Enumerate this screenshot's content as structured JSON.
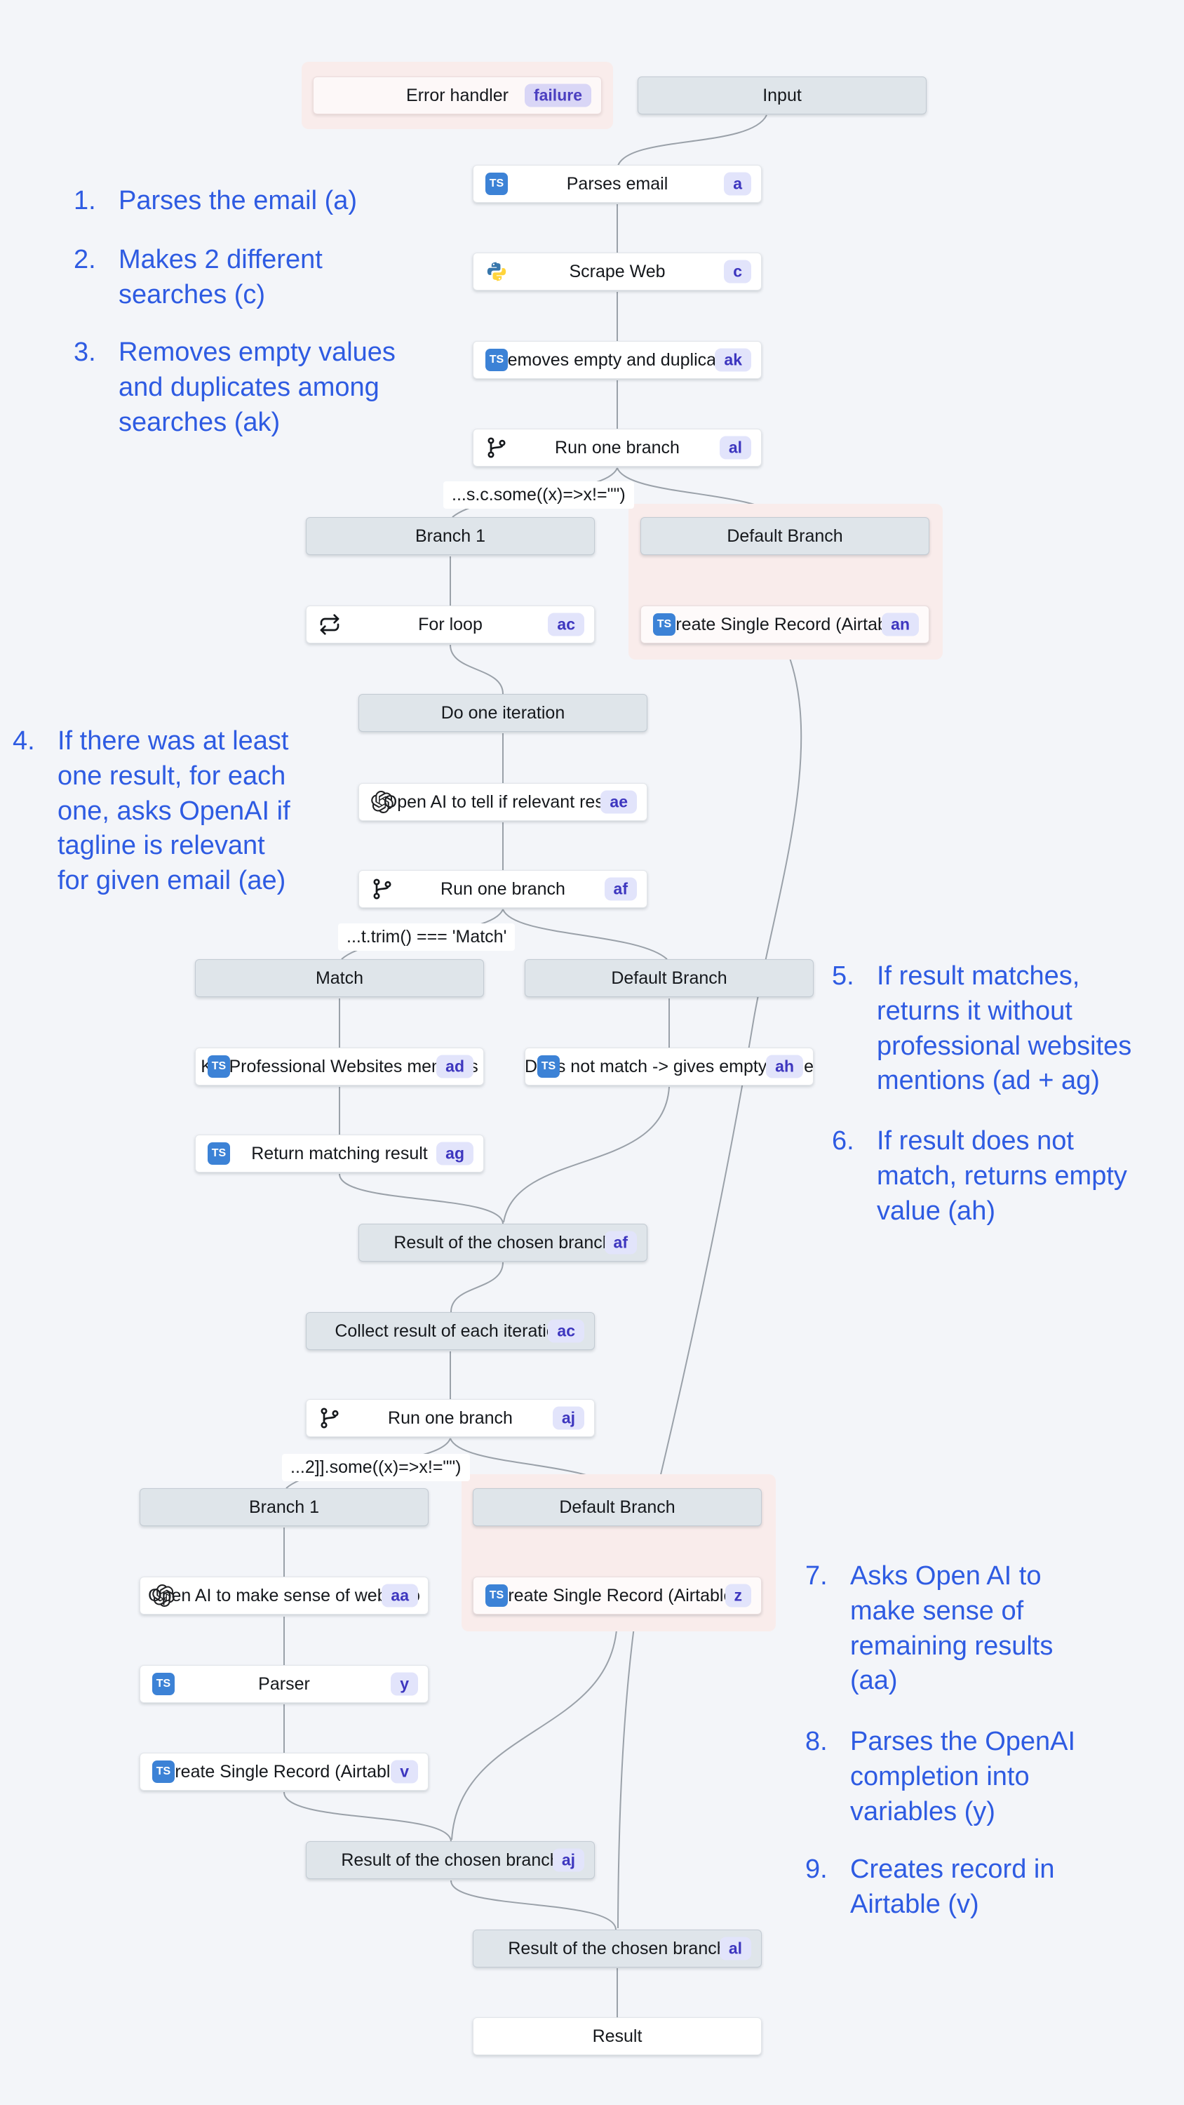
{
  "palette": {
    "canvas_bg": "#f3f5f9",
    "annotation_blue": "#2e5be2",
    "halo_pink": "#f9eceb",
    "header_fill": "#dfe5ea",
    "badge_bg": "#e2e4fb",
    "badge_text": "#3d36bf",
    "ts_icon_blue": "#3c82d6",
    "connector_gray": "#9aa1a9"
  },
  "icons": {
    "ts_label": "TS"
  },
  "nodes": {
    "error_handler": {
      "label": "Error handler",
      "badge": "failure"
    },
    "input": {
      "label": "Input"
    },
    "parses_email": {
      "label": "Parses email",
      "badge": "a"
    },
    "scrape_web": {
      "label": "Scrape Web",
      "badge": "c"
    },
    "removes_empty": {
      "label": "Removes empty and duplicates",
      "badge": "ak"
    },
    "run_one_branch_al": {
      "label": "Run one branch",
      "badge": "al"
    },
    "branch1_top": {
      "label": "Branch 1"
    },
    "default_branch_top": {
      "label": "Default Branch"
    },
    "for_loop": {
      "label": "For loop",
      "badge": "ac"
    },
    "create_record_an": {
      "label": "Create Single Record (Airtable)",
      "badge": "an"
    },
    "do_one_iteration": {
      "label": "Do one iteration"
    },
    "openai_relevant": {
      "label": "Open AI to tell if relevant result",
      "badge": "ae"
    },
    "run_one_branch_af": {
      "label": "Run one branch",
      "badge": "af"
    },
    "match_header": {
      "label": "Match"
    },
    "default_branch_mid": {
      "label": "Default Branch"
    },
    "kill_mentions": {
      "label": "Kill Professional Websites mentions",
      "badge": "ad"
    },
    "no_match_empty": {
      "label": "Does not match -> gives empty value",
      "badge": "ah"
    },
    "return_matching": {
      "label": "Return matching result",
      "badge": "ag"
    },
    "result_af": {
      "label": "Result of the chosen branch",
      "badge": "af"
    },
    "collect_results": {
      "label": "Collect result of each iteration",
      "badge": "ac"
    },
    "run_one_branch_aj": {
      "label": "Run one branch",
      "badge": "aj"
    },
    "branch1_bottom": {
      "label": "Branch 1"
    },
    "default_branch_bottom": {
      "label": "Default Branch"
    },
    "openai_websense": {
      "label": "Open AI to make sense of web info",
      "badge": "aa"
    },
    "create_record_z": {
      "label": "Create Single Record (Airtable)",
      "badge": "z"
    },
    "parser": {
      "label": "Parser",
      "badge": "y"
    },
    "create_record_v": {
      "label": "Create Single Record (Airtable)",
      "badge": "v"
    },
    "result_aj": {
      "label": "Result of the chosen branch",
      "badge": "aj"
    },
    "result_al": {
      "label": "Result of the chosen branch",
      "badge": "al"
    },
    "result": {
      "label": "Result"
    }
  },
  "conditions": {
    "c1": "...s.c.some((x)=>x!=\"\")",
    "c2": "...t.trim() === 'Match'",
    "c3": "...2]].some((x)=>x!=\"\")"
  },
  "annotations": [
    {
      "num": "1.",
      "text": "Parses the email (a)"
    },
    {
      "num": "2.",
      "text": "Makes 2 different\nsearches (c)"
    },
    {
      "num": "3.",
      "text": "Removes empty values\nand duplicates among\nsearches (ak)"
    },
    {
      "num": "4.",
      "text": "If there was at least\none result, for each\none, asks OpenAI if\ntagline is relevant\nfor given email (ae)"
    },
    {
      "num": "5.",
      "text": "If result matches,\nreturns it without\nprofessional websites\nmentions (ad + ag)"
    },
    {
      "num": "6.",
      "text": "If result does not\nmatch, returns empty\nvalue (ah)"
    },
    {
      "num": "7.",
      "text": "Asks Open AI to\nmake sense of\nremaining results\n(aa)"
    },
    {
      "num": "8.",
      "text": "Parses the OpenAI\ncompletion into\nvariables (y)"
    },
    {
      "num": "9.",
      "text": "Creates record in\nAirtable (v)"
    }
  ]
}
